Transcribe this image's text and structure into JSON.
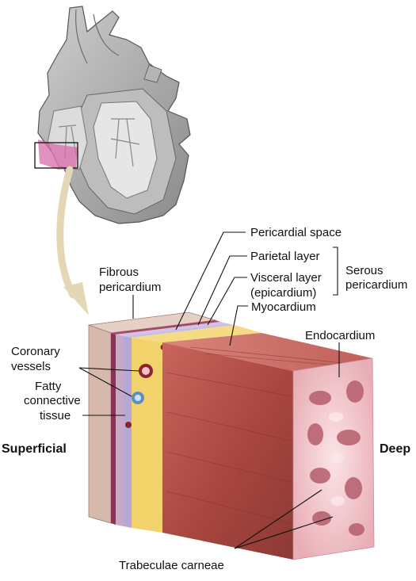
{
  "labels": {
    "pericardial_space": "Pericardial space",
    "parietal_layer": "Parietal layer",
    "visceral_layer_1": "Visceral layer",
    "visceral_layer_2": "(epicardium)",
    "serous_1": "Serous",
    "serous_2": "pericardium",
    "fibrous_1": "Fibrous",
    "fibrous_2": "pericardium",
    "myocardium": "Myocardium",
    "endocardium": "Endocardium",
    "coronary_1": "Coronary",
    "coronary_2": "vessels",
    "fatty_1": "Fatty",
    "fatty_2": "connective",
    "fatty_3": "tissue",
    "superficial": "Superficial",
    "deep": "Deep",
    "trabeculae": "Trabeculae carneae"
  },
  "colors": {
    "myocardium": "#b0504a",
    "fibrous": "#d7b9ac",
    "parietal": "#8c3355",
    "visceral": "#b6a8d6",
    "fat": "#f2d36b",
    "endocardium": "#f3cbd0",
    "heart_gray": "#9b9b9b",
    "arrow": "#e3d7b6"
  }
}
